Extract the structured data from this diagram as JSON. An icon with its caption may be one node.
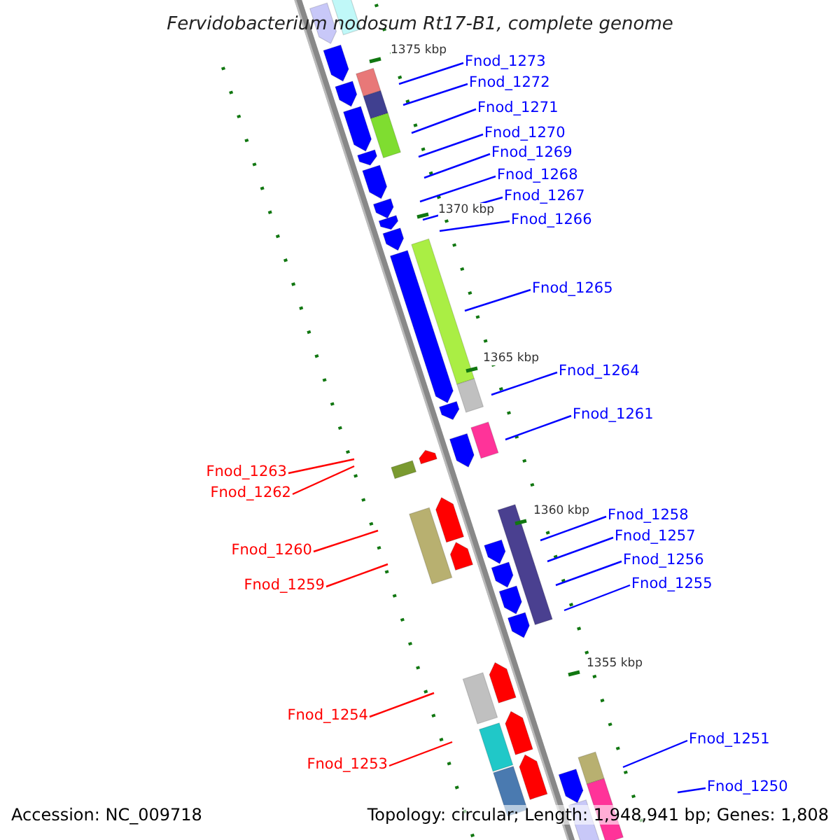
{
  "diagram": {
    "title": "Fervidobacterium nodosum Rt17-B1, complete genome",
    "nodes": [
      {
        "text": [
          "Fnod_1273"
        ]
      },
      {
        "text": [
          "Fnod_1272"
        ]
      },
      {
        "text": [
          "Fnod_1271"
        ]
      },
      {
        "text": [
          "Fnod_1270"
        ]
      },
      {
        "text": [
          "Fnod_1269"
        ]
      },
      {
        "text": [
          "Fnod_1268"
        ]
      },
      {
        "text": [
          "Fnod_1267"
        ]
      },
      {
        "text": [
          "Fnod_1266"
        ]
      },
      {
        "text": [
          "Fnod_1265"
        ]
      },
      {
        "text": [
          "Fnod_1264"
        ]
      },
      {
        "text": [
          "Fnod_1261"
        ]
      },
      {
        "text": [
          "Fnod_1263"
        ]
      },
      {
        "text": [
          "Fnod_1262"
        ]
      },
      {
        "text": [
          "Fnod_1260"
        ]
      },
      {
        "text": [
          "Fnod_1259"
        ]
      },
      {
        "text": [
          "Fnod_1258"
        ]
      },
      {
        "text": [
          "Fnod_1257"
        ]
      },
      {
        "text": [
          "Fnod_1256"
        ]
      },
      {
        "text": [
          "Fnod_1255"
        ]
      },
      {
        "text": [
          "Fnod_1254"
        ]
      },
      {
        "text": [
          "Fnod_1253"
        ]
      },
      {
        "text": [
          "Fnod_1251"
        ]
      },
      {
        "text": [
          "Fnod_1250"
        ]
      }
    ],
    "edges": [
      {
        "from": 0,
        "to": null,
        "arrow": "none"
      },
      {
        "from": 1,
        "to": null,
        "arrow": "none"
      },
      {
        "from": 2,
        "to": null,
        "arrow": "none"
      },
      {
        "from": 3,
        "to": null,
        "arrow": "none"
      },
      {
        "from": 4,
        "to": null,
        "arrow": "none"
      },
      {
        "from": 5,
        "to": null,
        "arrow": "none"
      },
      {
        "from": 6,
        "to": null,
        "arrow": "none"
      },
      {
        "from": 7,
        "to": null,
        "arrow": "none"
      },
      {
        "from": 8,
        "to": null,
        "arrow": "none"
      },
      {
        "from": 9,
        "to": null,
        "arrow": "none"
      },
      {
        "from": 10,
        "to": null,
        "arrow": "none"
      },
      {
        "from": 11,
        "to": null,
        "arrow": "none",
        "color": "#ff0000"
      },
      {
        "from": 12,
        "to": null,
        "arrow": "none",
        "color": "#ff0000"
      },
      {
        "from": 13,
        "to": null,
        "arrow": "none",
        "color": "#ff0000"
      },
      {
        "from": 14,
        "to": null,
        "arrow": "none",
        "color": "#ff0000"
      },
      {
        "from": 15,
        "to": null,
        "arrow": "none"
      },
      {
        "from": 16,
        "to": null,
        "arrow": "none"
      },
      {
        "from": 17,
        "to": null,
        "arrow": "none"
      },
      {
        "from": 18,
        "to": null,
        "arrow": "none"
      },
      {
        "from": 19,
        "to": null,
        "arrow": "none",
        "color": "#ff0000"
      },
      {
        "from": 20,
        "to": null,
        "arrow": "none",
        "color": "#ff0000"
      },
      {
        "from": 21,
        "to": null,
        "arrow": "none"
      },
      {
        "from": 22,
        "to": null,
        "arrow": "none"
      }
    ],
    "labels": [
      "1375 kbp",
      "1370 kbp",
      "1365 kbp",
      "1360 kbp",
      "1355 kbp",
      "Accession: NC_009718",
      "Topology: circular; Length: 1,948,941 bp; Genes: 1,808"
    ]
  }
}
